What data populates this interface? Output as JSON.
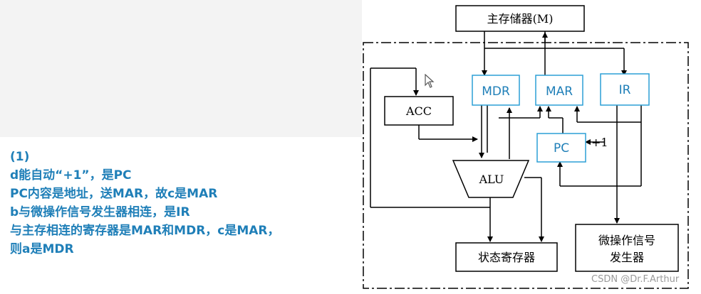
{
  "answer": {
    "lines": [
      "(1)",
      "d能自动“+1”，是PC",
      "PC内容是地址，送MAR，故c是MAR",
      "b与微操作信号发生器相连，是IR",
      "与主存相连的寄存器是MAR和MDR，c是MAR，",
      "则a是MDR"
    ]
  },
  "diagram": {
    "memory": "主存储器(M)",
    "mdr": "MDR",
    "mar": "MAR",
    "ir": "IR",
    "acc": "ACC",
    "pc": "PC",
    "pc_inc": "+1",
    "alu": "ALU",
    "status": "状态寄存器",
    "micro_line1": "微操作信号",
    "micro_line2": "发生器"
  },
  "watermark": "CSDN @Dr.F.Arthur",
  "colors": {
    "answer_text": "#1f7fb8",
    "label_box": "#2c9fd6"
  },
  "icons": {
    "cursor": "mouse-pointer-icon"
  }
}
